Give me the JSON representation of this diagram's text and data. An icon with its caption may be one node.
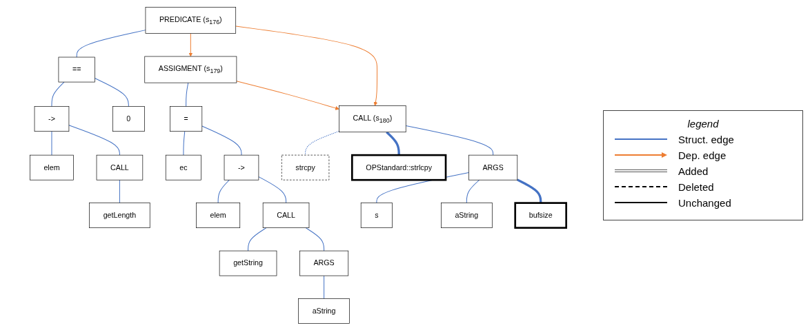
{
  "diagram": {
    "nodes": [
      {
        "text": [
          "PREDICATE (s$_{176}$)"
        ]
      },
      {
        "text": [
          "=="
        ]
      },
      {
        "text": [
          "->"
        ]
      },
      {
        "text": [
          "0"
        ]
      },
      {
        "text": [
          "elem"
        ]
      },
      {
        "text": [
          "CALL"
        ]
      },
      {
        "text": [
          "getLength"
        ]
      },
      {
        "text": [
          "ASSIGMENT (s$_{179}$)"
        ]
      },
      {
        "text": [
          "="
        ]
      },
      {
        "text": [
          "ec"
        ]
      },
      {
        "text": [
          "->"
        ]
      },
      {
        "text": [
          "elem"
        ]
      },
      {
        "text": [
          "CALL"
        ]
      },
      {
        "text": [
          "getString"
        ]
      },
      {
        "text": [
          "ARGS"
        ]
      },
      {
        "text": [
          "aString"
        ]
      },
      {
        "text": [
          "CALL (s$_{180}$)"
        ]
      },
      {
        "text": [
          "strcpy"
        ]
      },
      {
        "text": [
          "OPStandard::strlcpy"
        ]
      },
      {
        "text": [
          "ARGS"
        ]
      },
      {
        "text": [
          "s"
        ]
      },
      {
        "text": [
          "aString"
        ]
      },
      {
        "text": [
          "bufsize"
        ]
      }
    ],
    "edges": [
      {
        "from": 0,
        "to": 1,
        "arrow": "none"
      },
      {
        "from": 1,
        "to": 2,
        "arrow": "none"
      },
      {
        "from": 1,
        "to": 3,
        "arrow": "none"
      },
      {
        "from": 2,
        "to": 4,
        "arrow": "none"
      },
      {
        "from": 2,
        "to": 5,
        "arrow": "none"
      },
      {
        "from": 5,
        "to": 6,
        "arrow": "none"
      },
      {
        "from": 7,
        "to": 8,
        "arrow": "none"
      },
      {
        "from": 8,
        "to": 9,
        "arrow": "none"
      },
      {
        "from": 8,
        "to": 10,
        "arrow": "none"
      },
      {
        "from": 10,
        "to": 11,
        "arrow": "none"
      },
      {
        "from": 10,
        "to": 12,
        "arrow": "none"
      },
      {
        "from": 12,
        "to": 13,
        "arrow": "none"
      },
      {
        "from": 12,
        "to": 14,
        "arrow": "none"
      },
      {
        "from": 14,
        "to": 15,
        "arrow": "none"
      },
      {
        "from": 16,
        "to": 17,
        "arrow": "none",
        "style": "dashed"
      },
      {
        "from": 16,
        "to": 18,
        "arrow": "none",
        "style": "thick"
      },
      {
        "from": 16,
        "to": 19,
        "arrow": "none"
      },
      {
        "from": 19,
        "to": 20,
        "arrow": "none"
      },
      {
        "from": 19,
        "to": 21,
        "arrow": "none"
      },
      {
        "from": 19,
        "to": 22,
        "arrow": "none",
        "style": "thick"
      },
      {
        "from": 0,
        "to": 7,
        "arrow": "to",
        "color": "#ed7d31"
      },
      {
        "from": 7,
        "to": 16,
        "arrow": "to",
        "color": "#ed7d31"
      },
      {
        "from": 0,
        "to": 16,
        "arrow": "to",
        "color": "#ed7d31"
      }
    ],
    "labels": [
      "legend"
    ],
    "legend": [
      {
        "text": "Struct. edge"
      },
      {
        "text": "Dep. edge"
      },
      {
        "text": "Added"
      },
      {
        "text": "Deleted"
      },
      {
        "text": "Unchanged"
      }
    ]
  }
}
